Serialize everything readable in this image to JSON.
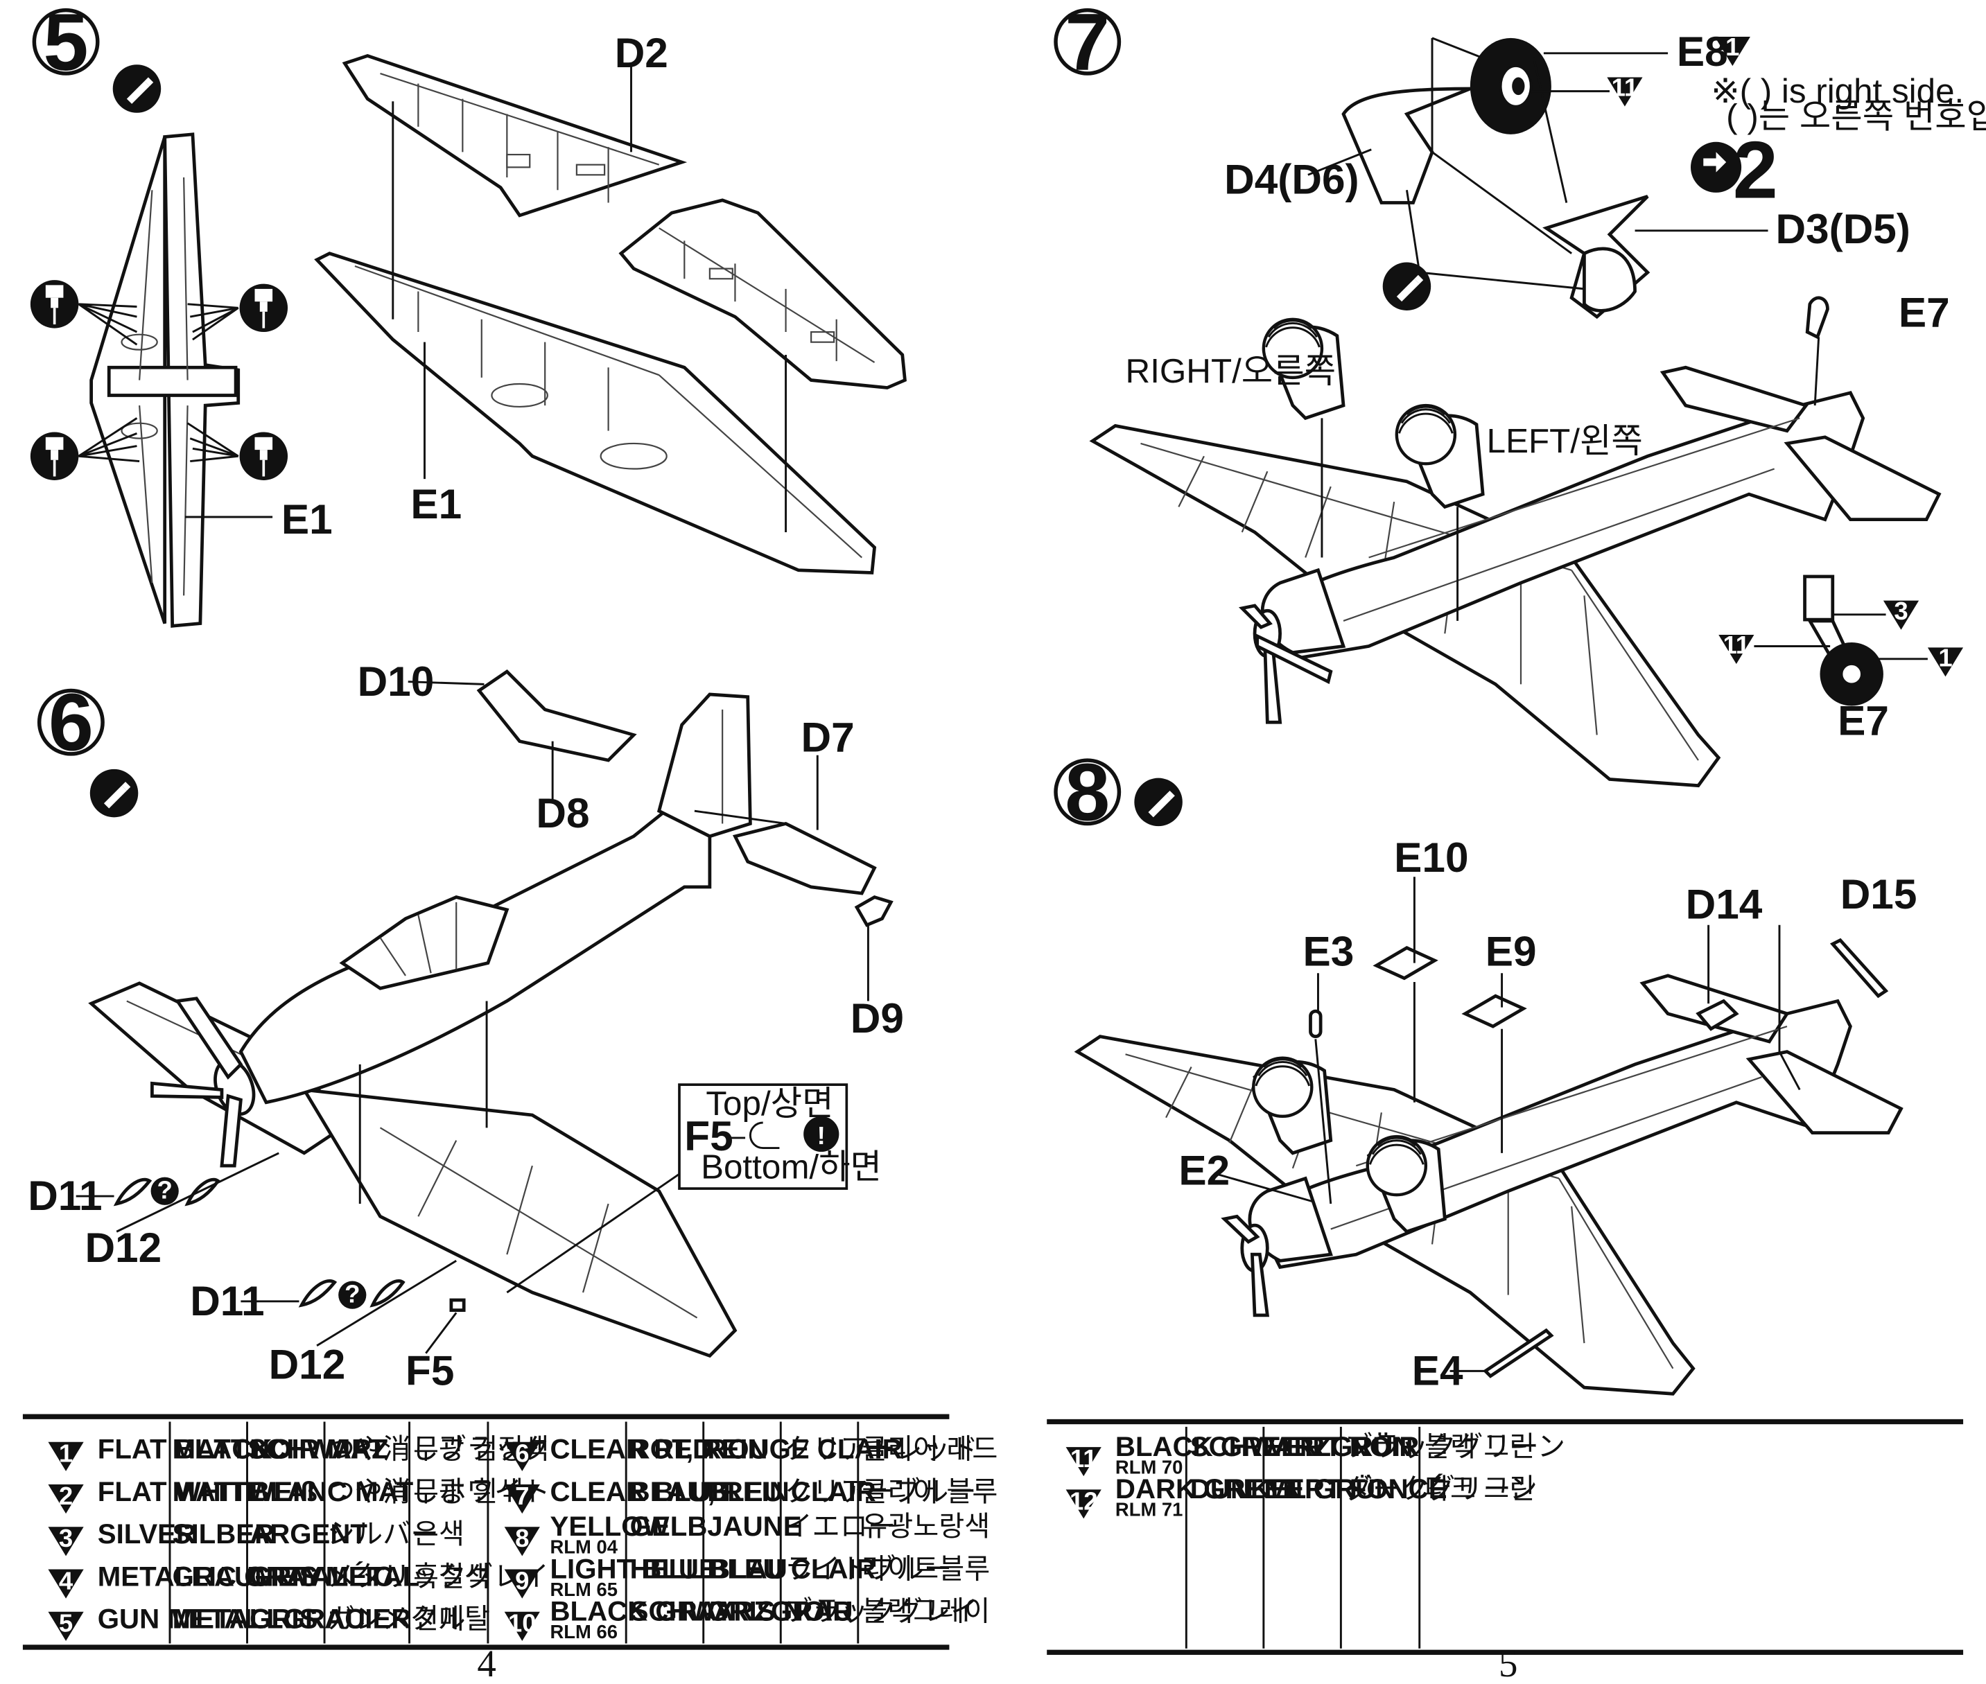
{
  "steps": {
    "s5": {
      "number": "5",
      "labels": {
        "d2": "D2",
        "e1_top": "E1",
        "e1_side": "E1"
      }
    },
    "s6": {
      "number": "6",
      "labels": {
        "d10": "D10",
        "d8": "D8",
        "d7": "D7",
        "d9": "D9",
        "d11a": "D11",
        "d12a": "D12",
        "d11b": "D11",
        "d12b": "D12",
        "f5": "F5"
      },
      "callout": {
        "top": "Top/상면",
        "part": "F5",
        "bottom": "Bottom/하면"
      }
    },
    "s7": {
      "number": "7",
      "labels": {
        "e8": "E8",
        "d4": "D4(D6)",
        "d3": "D3(D5)",
        "e7a": "E7",
        "e7b": "E7",
        "right": "RIGHT/오른쪽",
        "left": "LEFT/왼쪽"
      },
      "note": {
        "line1": "※(  ) is right side.",
        "line2": "(  )는 오른쪽 번호입니다."
      },
      "repeat": "2",
      "paint_marks": {
        "e8": "1",
        "hub": "11",
        "tail_top": "3",
        "tail_left": "11",
        "tail_right": "1"
      }
    },
    "s8": {
      "number": "8",
      "labels": {
        "e10": "E10",
        "e3": "E3",
        "e9": "E9",
        "d14": "D14",
        "d15": "D15",
        "e2": "E2",
        "e4": "E4"
      }
    }
  },
  "paint_table_left": [
    {
      "no": "1",
      "en": "FLAT BLACK",
      "de": "MATTSCHWARZ",
      "fr": "NOIR MAT",
      "jp": "つや消しブラック",
      "kr": "무광 검정색"
    },
    {
      "no": "2",
      "en": "FLAT WHITE",
      "de": "MATTWEIß",
      "fr": "BLANC MAT",
      "jp": "つや消しホワイト",
      "kr": "무광 흰색"
    },
    {
      "no": "3",
      "en": "SILVER",
      "de": "SILBER",
      "fr": "ARGENT",
      "jp": "シルバー",
      "kr": "은색"
    },
    {
      "no": "4",
      "en": "METALLIC GRAY",
      "de": "GRAUMETALLIC",
      "fr": "GRIS MÉTAL",
      "jp": "メタリックグレイ",
      "kr": "흑철색"
    },
    {
      "no": "5",
      "en": "GUN METAL",
      "de": "METALLGRAU",
      "fr": "GRIS ACIER",
      "jp": "ガンメタル",
      "kr": "건메탈"
    },
    {
      "no": "6",
      "en": "CLEAR RED",
      "sub": "",
      "de": "ROT, REIN",
      "fr": "ROUGE CLAIR",
      "jp": "クリアーレッド",
      "kr": "클리어 레드"
    },
    {
      "no": "7",
      "en": "CLEAR BLUE",
      "sub": "",
      "de": "BLAU, REIN",
      "fr": "BLEU CLAIR",
      "jp": "クリアーブルー",
      "kr": "클리어 블루"
    },
    {
      "no": "8",
      "en": "YELLOW",
      "sub": "RLM 04",
      "de": "GELB",
      "fr": "JAUNE",
      "jp": "イエロー",
      "kr": "유광노랑색"
    },
    {
      "no": "9",
      "en": "LIGHT BLUE",
      "sub": "RLM 65",
      "de": "HELL BLAU",
      "fr": "BLEU CLAIR",
      "jp": "ライトブルー",
      "kr": "라이트블루"
    },
    {
      "no": "10",
      "en": "BLACK GRAY",
      "sub": "RLM 66",
      "de": "SCHWARZGRAU",
      "fr": "GRIS NOIR",
      "jp": "ブラックグレイ",
      "kr": "블랙그레이"
    }
  ],
  "paint_table_right": [
    {
      "no": "11",
      "en": "BLACK GREEN",
      "sub": "RLM 70",
      "de": "SCHWARZGRÜN",
      "fr": "VERT NOIR",
      "jp": "ブラックグリーン",
      "kr": "블랙 그린"
    },
    {
      "no": "12",
      "en": "DARK GREEN",
      "sub": "RLM 71",
      "de": "DUNKEL GRÜN",
      "fr": "VERT FONCÉ",
      "jp": "ダークグリーン",
      "kr": "다크 그린"
    }
  ],
  "page_numbers": {
    "left": "4",
    "right": "5"
  },
  "colors": {
    "ink": "#111111",
    "paper": "#ffffff"
  }
}
